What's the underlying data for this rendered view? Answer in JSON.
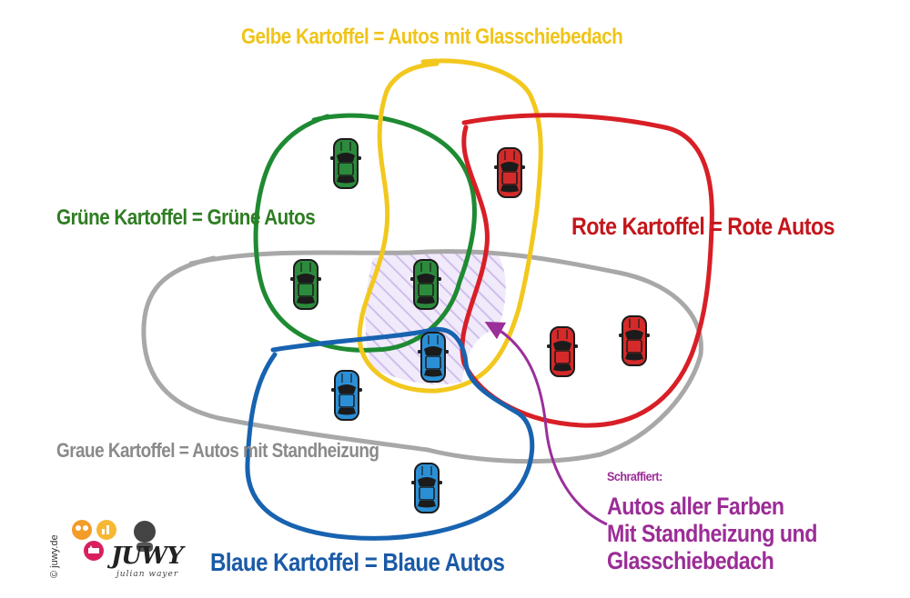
{
  "labels": {
    "yellow": "Gelbe Kartoffel = Autos mit Glasschiebedach",
    "green": "Grüne Kartoffel = Grüne Autos",
    "red": "Rote Kartoffel = Rote Autos",
    "gray": "Graue Kartoffel = Autos mit Standheizung",
    "blue": "Blaue Kartoffel = Blaue Autos"
  },
  "note": {
    "small": "Schraffiert:",
    "line1": "Autos aller Farben",
    "line2": "Mit Standheizung und",
    "line3": "Glasschiebedach"
  },
  "footer": {
    "copyright": "© juwy.de",
    "logo": "JUWY",
    "logo_sub": "julian wayer"
  },
  "colors": {
    "yellow": "#f2c81e",
    "green": "#1e8a32",
    "red": "#d81f26",
    "gray": "#a8a8a8",
    "blue": "#1863b0",
    "purple": "#9b2f9a",
    "hatch": "#c9b7ea",
    "text_yellow": "#f0c419",
    "text_green": "#2e7d22",
    "text_red": "#c4161c",
    "text_gray": "#8a8a8a",
    "text_blue": "#1a5aa6",
    "text_purple": "#9b2c96",
    "car_green": "#2c8a3c",
    "car_red": "#d42a2a",
    "car_blue": "#2b8fd6"
  },
  "cars": [
    {
      "id": "green-1",
      "color": "green"
    },
    {
      "id": "green-2",
      "color": "green"
    },
    {
      "id": "green-3",
      "color": "green"
    },
    {
      "id": "red-1",
      "color": "red"
    },
    {
      "id": "red-2",
      "color": "red"
    },
    {
      "id": "red-3",
      "color": "red"
    },
    {
      "id": "blue-1",
      "color": "blue"
    },
    {
      "id": "blue-2",
      "color": "blue"
    },
    {
      "id": "blue-3",
      "color": "blue"
    }
  ]
}
